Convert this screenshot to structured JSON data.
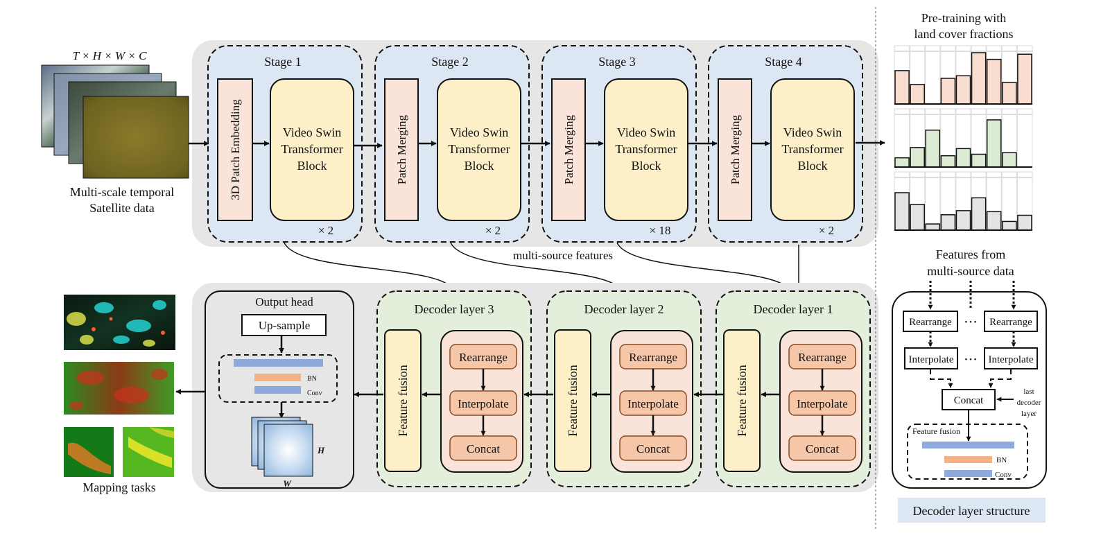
{
  "input": {
    "dims": "T × H × W × C",
    "caption_1": "Multi-scale temporal",
    "caption_2": "Satellite data"
  },
  "encoder": {
    "stages": [
      {
        "title": "Stage 1",
        "embed": "3D Patch Embedding",
        "block_1": "Video Swin",
        "block_2": "Transformer",
        "block_3": "Block",
        "repeat": "× 2"
      },
      {
        "title": "Stage 2",
        "embed": "Patch Merging",
        "block_1": "Video Swin",
        "block_2": "Transformer",
        "block_3": "Block",
        "repeat": "× 2"
      },
      {
        "title": "Stage 3",
        "embed": "Patch Merging",
        "block_1": "Video Swin",
        "block_2": "Transformer",
        "block_3": "Block",
        "repeat": "× 18"
      },
      {
        "title": "Stage 4",
        "embed": "Patch Merging",
        "block_1": "Video Swin",
        "block_2": "Transformer",
        "block_3": "Block",
        "repeat": "× 2"
      }
    ]
  },
  "skip_label": "multi-source features",
  "pretrain": {
    "title_1": "Pre-training with",
    "title_2": "land cover fractions",
    "histograms": [
      {
        "fill": "#f9ddd0",
        "values": [
          0.65,
          0.38,
          0,
          0.5,
          0.55,
          1.0,
          0.87,
          0.42,
          0.97
        ]
      },
      {
        "fill": "#dcecd4",
        "values": [
          0.18,
          0.38,
          0.72,
          0.22,
          0.36,
          0.25,
          0.92,
          0.28,
          0
        ]
      },
      {
        "fill": "#e4e4e4",
        "values": [
          0.73,
          0.5,
          0.12,
          0.3,
          0.38,
          0.63,
          0.36,
          0.17,
          0.29
        ]
      }
    ]
  },
  "colors": {
    "stage_bg": "#dde7f4",
    "embed_fill": "#fae3d9",
    "block_fill": "#fdf0c8",
    "decoder_bg": "#e4efdb",
    "op_fill": "#f5c6a8",
    "panel_bg": "#e6e6e6",
    "bar_blue": "#8ea9db",
    "bar_orange": "#f4b183"
  },
  "decoder": {
    "layers": [
      {
        "title": "Decoder layer 3",
        "fusion": "Feature fusion",
        "ops": [
          "Rearrange",
          "Interpolate",
          "Concat"
        ]
      },
      {
        "title": "Decoder layer 2",
        "fusion": "Feature fusion",
        "ops": [
          "Rearrange",
          "Interpolate",
          "Concat"
        ]
      },
      {
        "title": "Decoder layer 1",
        "fusion": "Feature fusion",
        "ops": [
          "Rearrange",
          "Interpolate",
          "Concat"
        ]
      }
    ]
  },
  "output_head": {
    "title": "Output head",
    "upsample": "Up-sample",
    "bn": "BN",
    "conv": "Conv",
    "h": "H",
    "w": "W"
  },
  "mapping_caption": "Mapping tasks",
  "structure": {
    "title_1": "Features from",
    "title_2": "multi-source data",
    "rearrange": "Rearrange",
    "interpolate": "Interpolate",
    "dots": "• • •",
    "concat": "Concat",
    "last_1": "last",
    "last_2": "decoder",
    "last_3": "layer",
    "fusion": "Feature fusion",
    "bn": "BN",
    "conv": "Conv",
    "caption": "Decoder layer structure"
  }
}
